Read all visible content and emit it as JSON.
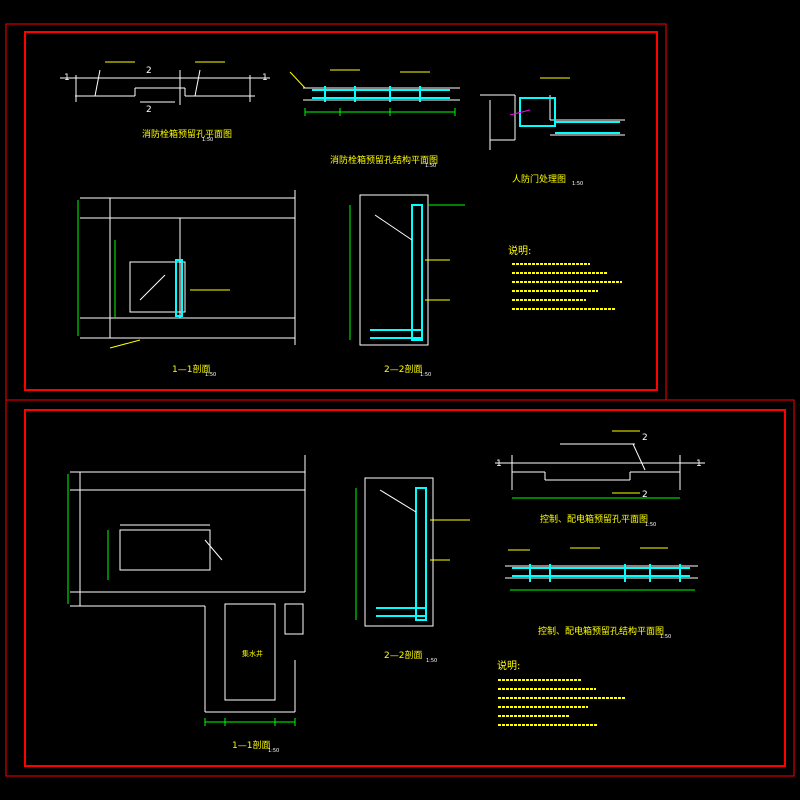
{
  "colors": {
    "background": "#000000",
    "border": "#ff0000",
    "outline": "#ffffff",
    "rebar": "#00ffff",
    "dimension": "#00ff00",
    "label": "#ffff00"
  },
  "sheet1": {
    "plan_title": "消防栓箱预留孔平面图",
    "plan_scale": "1:50",
    "plan_section_marks": [
      "1",
      "1",
      "2",
      "2"
    ],
    "rebar_plan_title": "消防栓箱预留孔结构平面图",
    "rebar_plan_scale": "1:50",
    "door_title": "人防门处理图",
    "door_scale": "1:50",
    "sec1_title": "1—1剖面",
    "sec1_scale": "1:50",
    "sec2_title": "2—2剖面",
    "sec2_scale": "1:50",
    "notes_title": "说明:",
    "notes_count": 6
  },
  "sheet2": {
    "sec1_title": "1—1剖面",
    "sec1_scale": "1:50",
    "pit_label": "集水井",
    "sec2_title": "2—2剖面",
    "sec2_scale": "1:50",
    "plan_title": "控制、配电箱预留孔平面图",
    "plan_scale": "1:50",
    "plan_section_marks": [
      "1",
      "1",
      "2",
      "2"
    ],
    "rebar_plan_title": "控制、配电箱预留孔结构平面图",
    "rebar_plan_scale": "1:50",
    "notes_title": "说明:",
    "notes_count": 6
  }
}
